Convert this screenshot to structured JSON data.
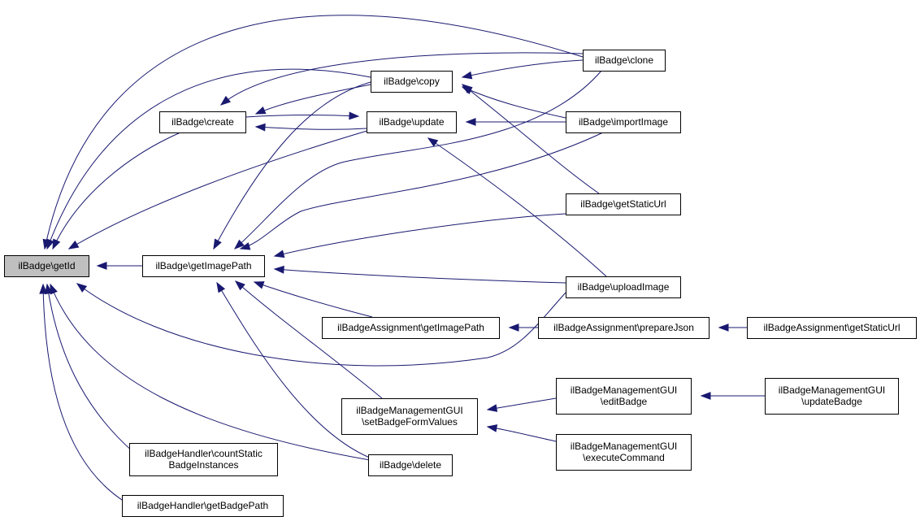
{
  "graph": {
    "root": "getId",
    "colors": {
      "edge": "#191970",
      "root_fill": "#bfbfbf",
      "node_fill": "#ffffff",
      "border": "#000000"
    },
    "nodes": {
      "getId": {
        "lines": [
          "ilBadge\\getId"
        ]
      },
      "create": {
        "lines": [
          "ilBadge\\create"
        ]
      },
      "copy": {
        "lines": [
          "ilBadge\\copy"
        ]
      },
      "update": {
        "lines": [
          "ilBadge\\update"
        ]
      },
      "getImagePath": {
        "lines": [
          "ilBadge\\getImagePath"
        ]
      },
      "clone": {
        "lines": [
          "ilBadge\\clone"
        ]
      },
      "importImage": {
        "lines": [
          "ilBadge\\importImage"
        ]
      },
      "getStaticUrl": {
        "lines": [
          "ilBadge\\getStaticUrl"
        ]
      },
      "uploadImage": {
        "lines": [
          "ilBadge\\uploadImage"
        ]
      },
      "assignGetImagePath": {
        "lines": [
          "ilBadgeAssignment\\getImagePath"
        ]
      },
      "prepareJson": {
        "lines": [
          "ilBadgeAssignment\\prepareJson"
        ]
      },
      "assignGetStaticUrl": {
        "lines": [
          "ilBadgeAssignment\\getStaticUrl"
        ]
      },
      "setBadgeFormValues": {
        "lines": [
          "ilBadgeManagementGUI",
          "\\setBadgeFormValues"
        ]
      },
      "editBadge": {
        "lines": [
          "ilBadgeManagementGUI",
          "\\editBadge"
        ]
      },
      "updateBadge": {
        "lines": [
          "ilBadgeManagementGUI",
          "\\updateBadge"
        ]
      },
      "executeCommand": {
        "lines": [
          "ilBadgeManagementGUI",
          "\\executeCommand"
        ]
      },
      "delete": {
        "lines": [
          "ilBadge\\delete"
        ]
      },
      "countStatic": {
        "lines": [
          "ilBadgeHandler\\countStatic",
          "BadgeInstances"
        ]
      },
      "getBadgePath": {
        "lines": [
          "ilBadgeHandler\\getBadgePath"
        ]
      }
    },
    "edges": [
      {
        "from": "create",
        "to": "getId"
      },
      {
        "from": "copy",
        "to": "getId"
      },
      {
        "from": "update",
        "to": "getId"
      },
      {
        "from": "getImagePath",
        "to": "getId"
      },
      {
        "from": "clone",
        "to": "getId"
      },
      {
        "from": "uploadImage",
        "to": "getId"
      },
      {
        "from": "delete",
        "to": "getId"
      },
      {
        "from": "countStatic",
        "to": "getId"
      },
      {
        "from": "getBadgePath",
        "to": "getId"
      },
      {
        "from": "copy",
        "to": "create"
      },
      {
        "from": "update",
        "to": "create"
      },
      {
        "from": "clone",
        "to": "create"
      },
      {
        "from": "create",
        "to": "update"
      },
      {
        "from": "clone",
        "to": "copy"
      },
      {
        "from": "importImage",
        "to": "copy"
      },
      {
        "from": "getStaticUrl",
        "to": "copy"
      },
      {
        "from": "importImage",
        "to": "update"
      },
      {
        "from": "uploadImage",
        "to": "update"
      },
      {
        "from": "copy",
        "to": "getImagePath"
      },
      {
        "from": "clone",
        "to": "getImagePath"
      },
      {
        "from": "importImage",
        "to": "getImagePath"
      },
      {
        "from": "getStaticUrl",
        "to": "getImagePath"
      },
      {
        "from": "uploadImage",
        "to": "getImagePath"
      },
      {
        "from": "assignGetImagePath",
        "to": "getImagePath"
      },
      {
        "from": "setBadgeFormValues",
        "to": "getImagePath"
      },
      {
        "from": "delete",
        "to": "getImagePath"
      },
      {
        "from": "prepareJson",
        "to": "assignGetImagePath"
      },
      {
        "from": "assignGetStaticUrl",
        "to": "prepareJson"
      },
      {
        "from": "editBadge",
        "to": "setBadgeFormValues"
      },
      {
        "from": "executeCommand",
        "to": "setBadgeFormValues"
      },
      {
        "from": "updateBadge",
        "to": "editBadge"
      }
    ]
  }
}
